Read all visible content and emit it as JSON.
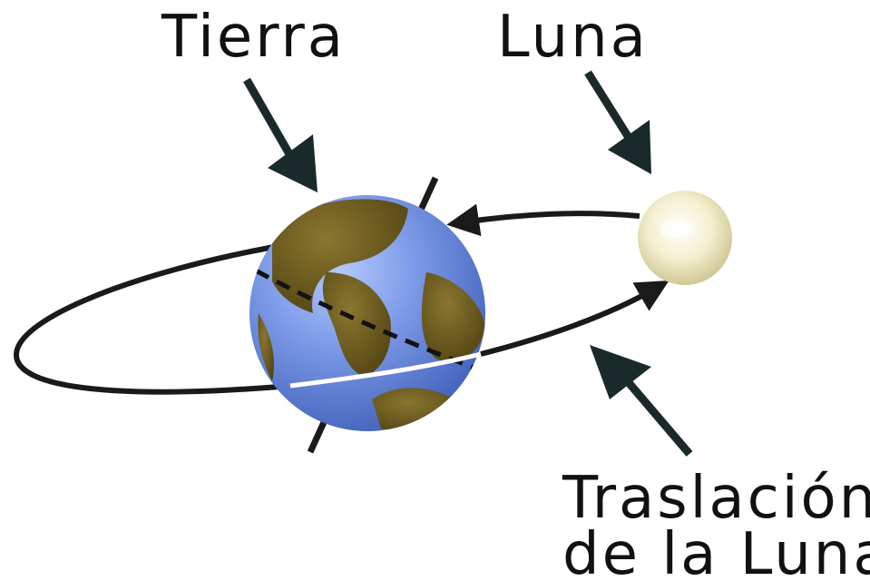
{
  "labels": {
    "earth": "Tierra",
    "moon": "Luna",
    "revolution_line1": "Traslación",
    "revolution_line2": "de la Luna"
  },
  "colors": {
    "ocean": "#6f8fe0",
    "land": "#6b5a1f",
    "moon": "#efe9bd",
    "ink": "#1a1a1a",
    "background": "#ffffff"
  }
}
